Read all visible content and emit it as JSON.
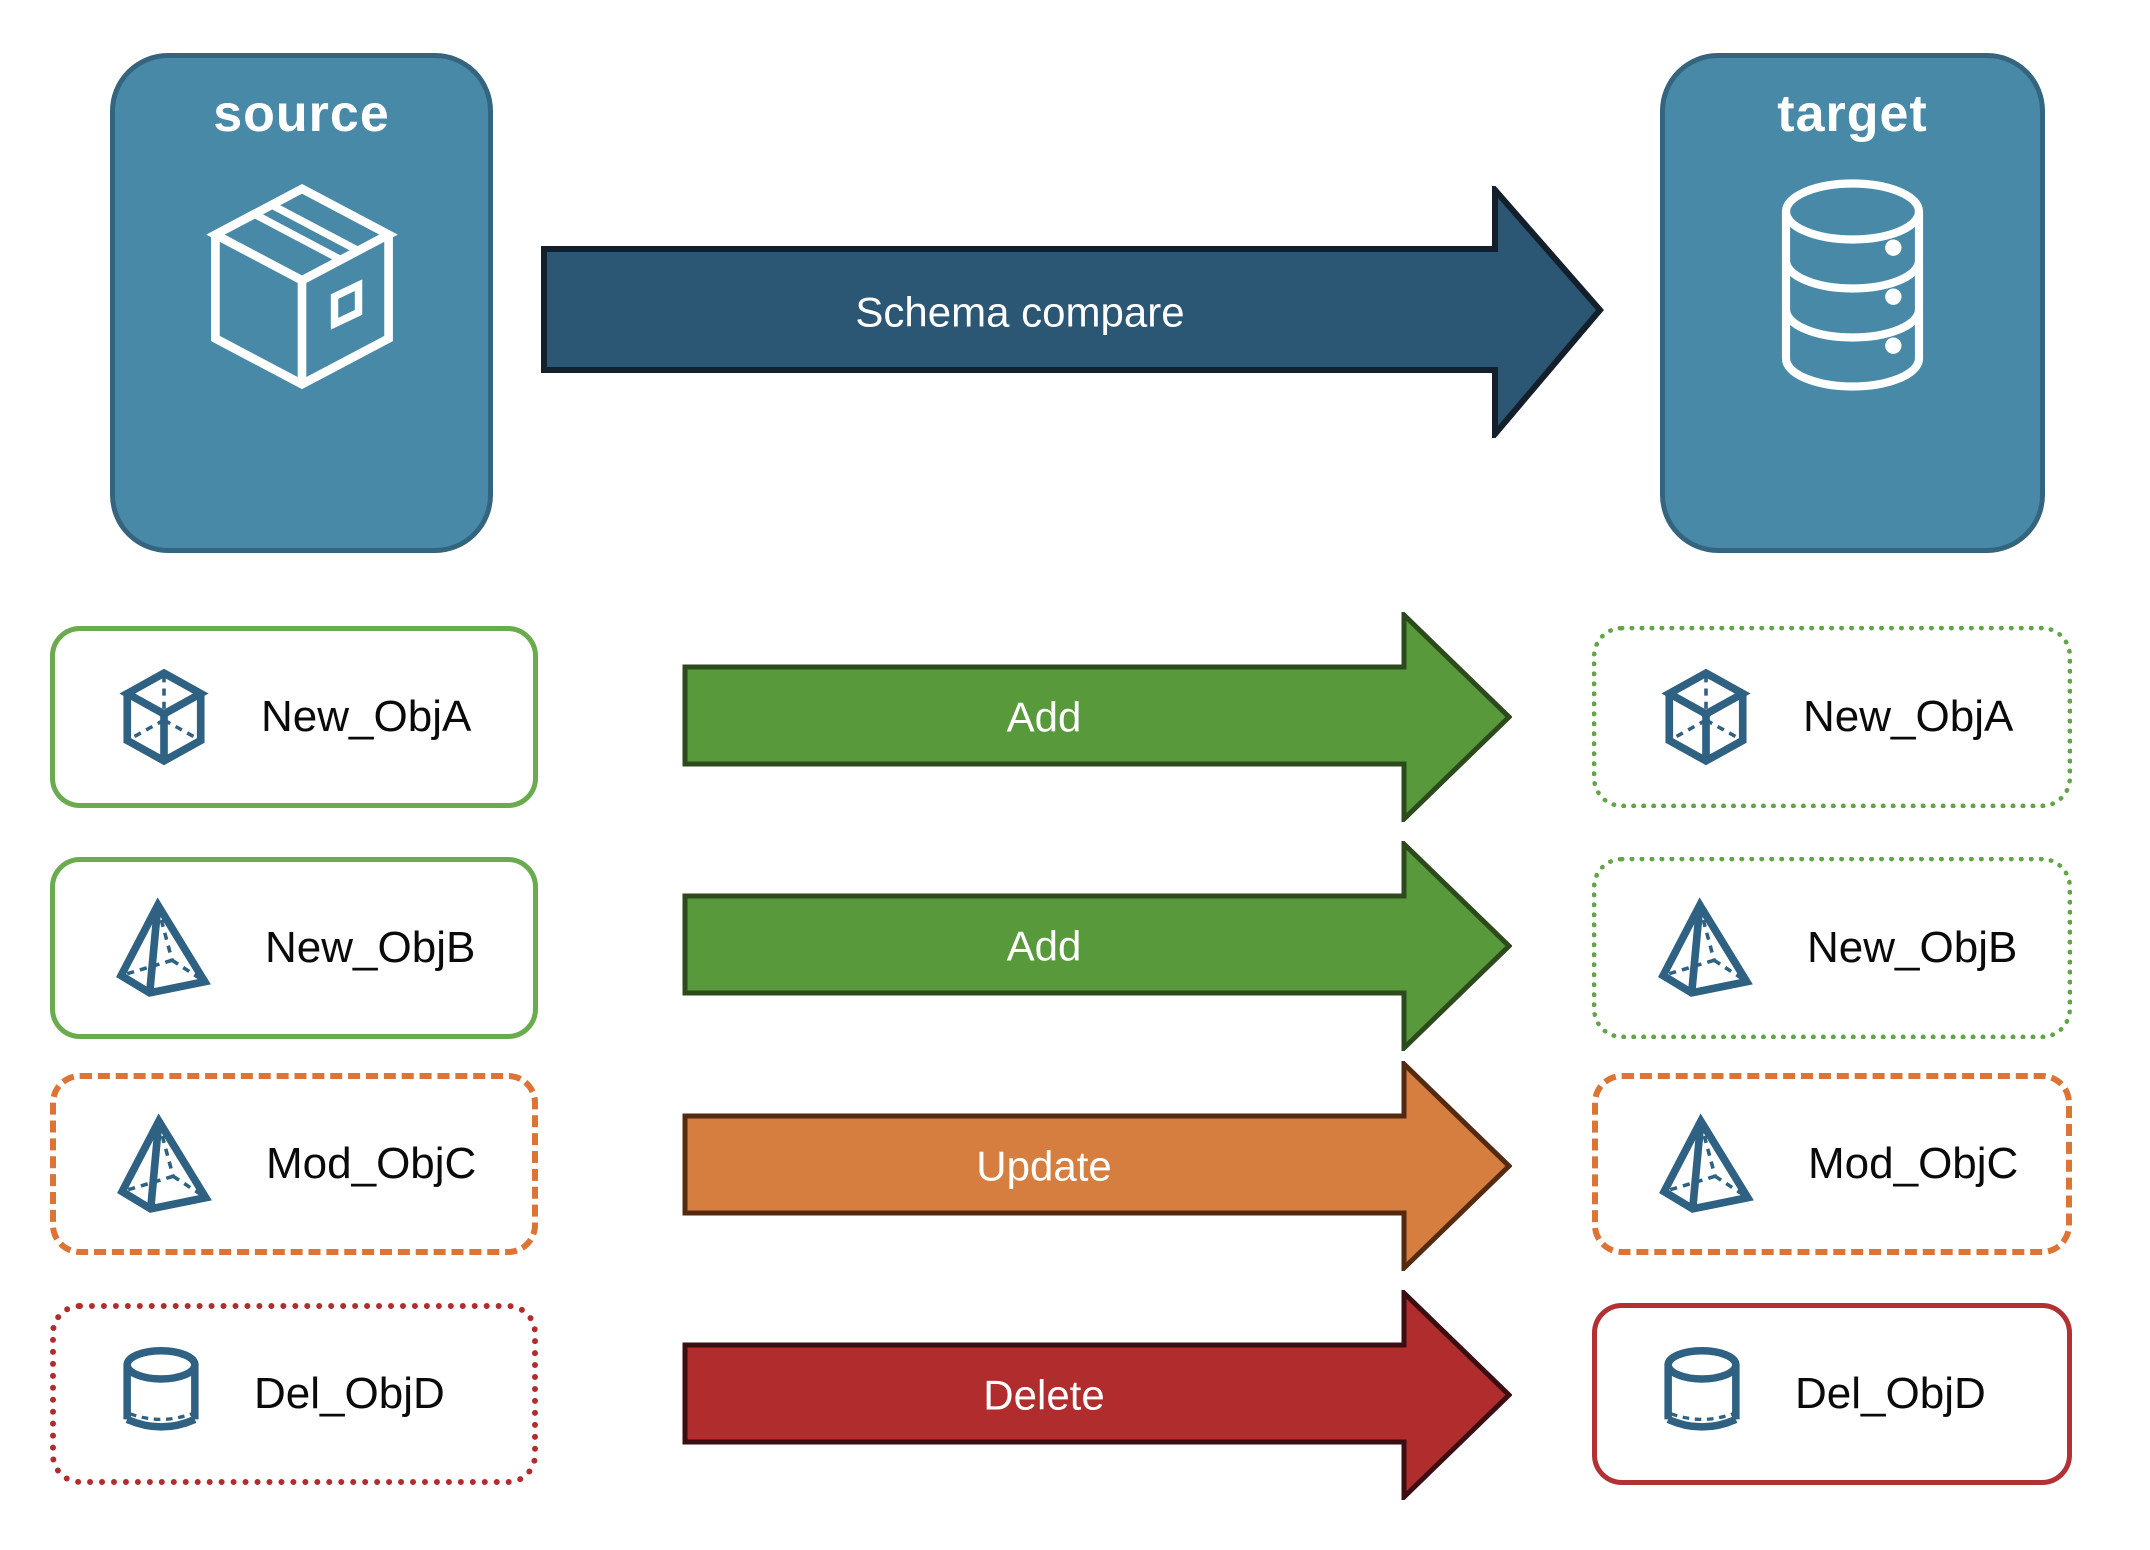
{
  "source": {
    "title": "source"
  },
  "target": {
    "title": "target"
  },
  "main_arrow": {
    "label": "Schema compare"
  },
  "rows": [
    {
      "name": "New_ObjA",
      "action": "Add",
      "icon": "cube",
      "source_border": "solid-green",
      "target_border": "dotted-green"
    },
    {
      "name": "New_ObjB",
      "action": "Add",
      "icon": "pyramid",
      "source_border": "solid-green",
      "target_border": "dotted-green"
    },
    {
      "name": "Mod_ObjC",
      "action": "Update",
      "icon": "pyramid",
      "source_border": "dashed-orange",
      "target_border": "dashed-orange"
    },
    {
      "name": "Del_ObjD",
      "action": "Delete",
      "icon": "cylinder",
      "source_border": "dotted-red",
      "target_border": "solid-red"
    }
  ],
  "palette": {
    "node_fill": "#4889a8",
    "node_border": "#35657e",
    "icon_stroke": "#2f6183",
    "main_arrow_fill": "#2b5674",
    "main_arrow_border": "#131f2a",
    "add_fill": "#58993b",
    "add_border": "#2c4a1b",
    "update_fill": "#d67e40",
    "update_border": "#542a10",
    "delete_fill": "#b02c2d",
    "delete_border": "#3c0d11",
    "green_border": "#6aab4e",
    "green_dotted_border": "#61a546",
    "orange_dashed_border": "#db7434",
    "red_dotted_border": "#b42b2e",
    "red_solid_border": "#b23134",
    "label_color": "#0a0a0a"
  }
}
